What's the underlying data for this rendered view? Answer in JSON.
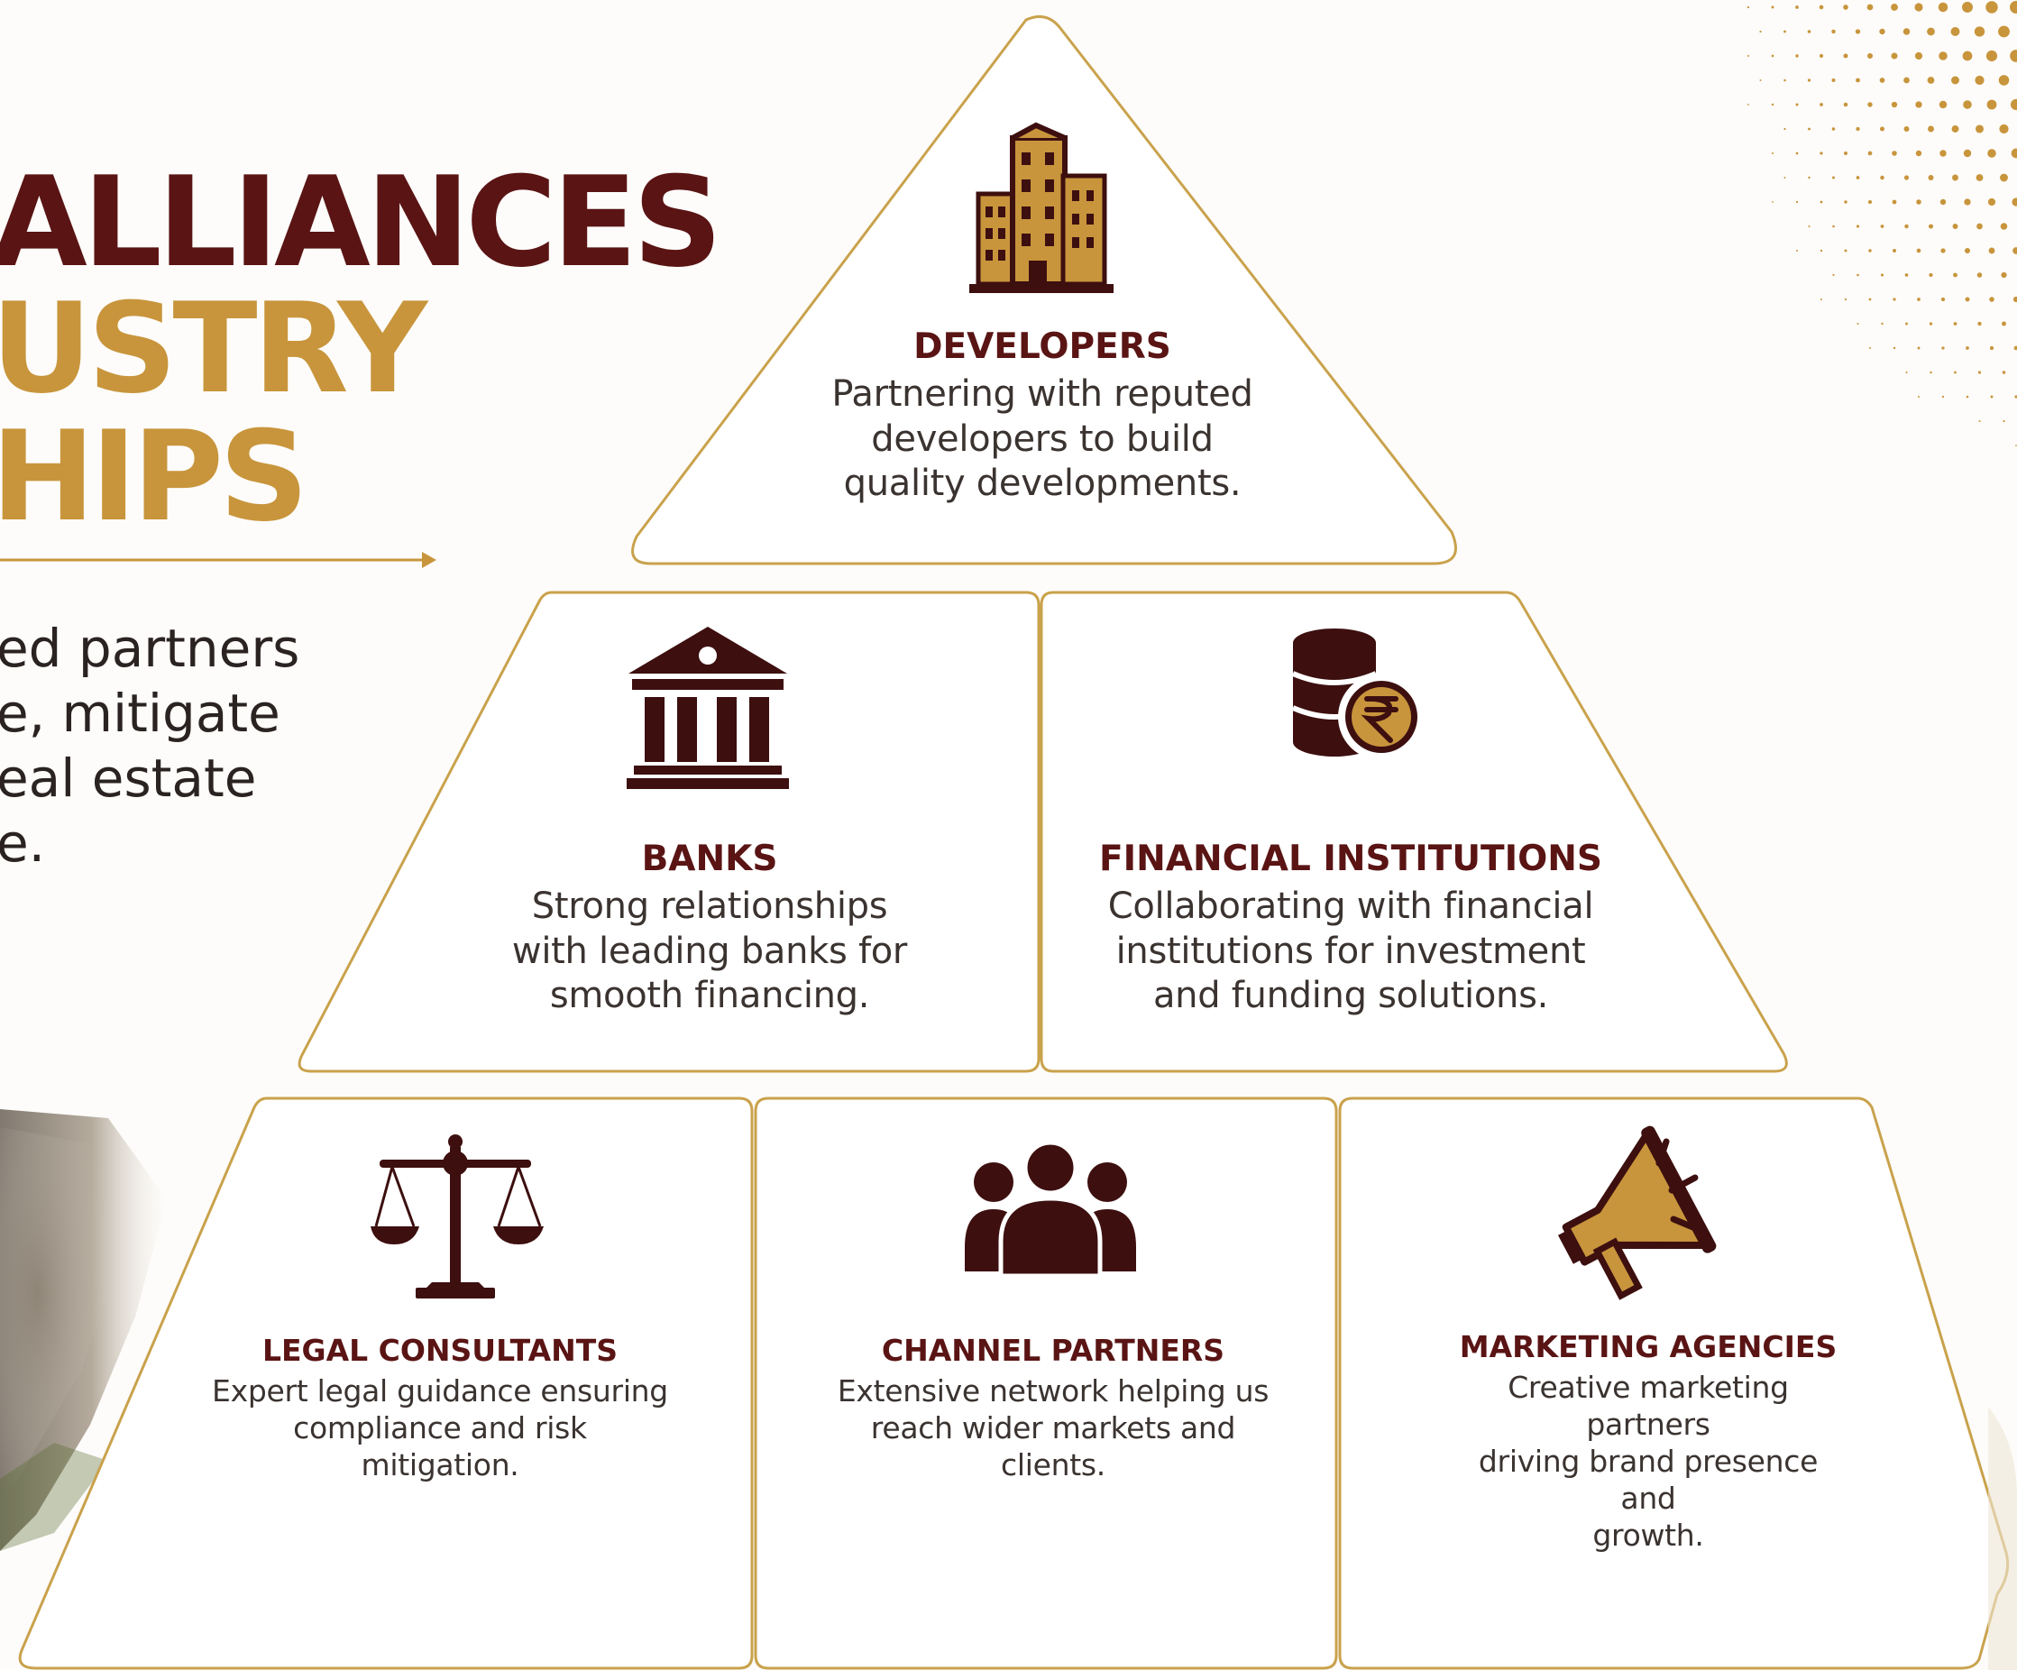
{
  "heading": {
    "line1": "ALLIANCES",
    "line2": "USTRY",
    "line3": "HIPS"
  },
  "intro": {
    "line1": "ed partners",
    "line2": "e, mitigate",
    "line3": "eal estate",
    "line4": "e."
  },
  "tiers": {
    "developers": {
      "title": "DEVELOPERS",
      "desc": "Partnering with reputed\ndevelopers to build\nquality developments.",
      "icon": "buildings-icon"
    },
    "banks": {
      "title": "BANKS",
      "desc": "Strong relationships\nwith leading banks for\nsmooth financing.",
      "icon": "bank-icon"
    },
    "financial": {
      "title": "FINANCIAL INSTITUTIONS",
      "desc": "Collaborating with financial\ninstitutions for investment\nand funding solutions.",
      "icon": "coins-rupee-icon"
    },
    "legal": {
      "title": "LEGAL CONSULTANTS",
      "desc": "Expert legal guidance ensuring\ncompliance and risk\nmitigation.",
      "icon": "scales-icon"
    },
    "channel": {
      "title": "CHANNEL PARTNERS",
      "desc": "Extensive network helping us\nreach wider markets and\nclients.",
      "icon": "people-group-icon"
    },
    "marketing": {
      "title": "MARKETING AGENCIES",
      "desc": "Creative marketing partners\ndriving brand presence and\ngrowth.",
      "icon": "megaphone-icon"
    }
  },
  "colors": {
    "dark": "#5a1414",
    "gold": "#c8953c",
    "icon_dark": "#3d0f0f",
    "icon_gold": "#c8953c"
  }
}
